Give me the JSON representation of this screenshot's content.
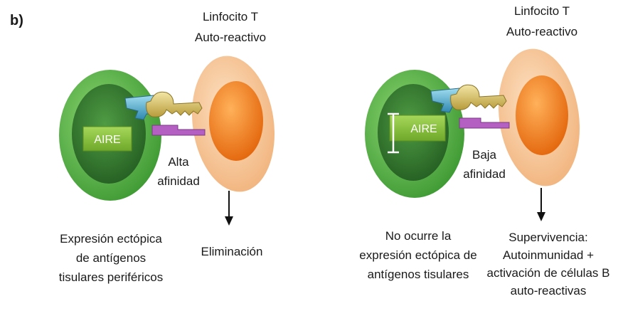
{
  "panel_label": "b)",
  "left": {
    "tcell_title_line1": "Linfocito T",
    "tcell_title_line2": "Auto-reactivo",
    "aire": "AIRE",
    "affinity_line1": "Alta",
    "affinity_line2": "afinidad",
    "mtec_caption_line1": "Expresión ectópica",
    "mtec_caption_line2": "de antígenos",
    "mtec_caption_line3": "tisulares periféricos",
    "outcome": "Eliminación"
  },
  "right": {
    "tcell_title_line1": "Linfocito T",
    "tcell_title_line2": "Auto-reactivo",
    "aire": "AIRE",
    "affinity_line1": "Baja",
    "affinity_line2": "afinidad",
    "mtec_caption_line1": "No ocurre la",
    "mtec_caption_line2": "expresión ectópica de",
    "mtec_caption_line3": "antígenos tisulares",
    "outcome_line1": "Supervivencia:",
    "outcome_line2": "Autoinmunidad +",
    "outcome_line3": "activación de células B",
    "outcome_line4": "auto-reactivas"
  },
  "colors": {
    "mtec_outer": "#5cb848",
    "mtec_inner": "#2f7d2f",
    "tcell_outer": "#f6c89a",
    "tcell_inner": "#f07d1a",
    "aire_box": "#8cc63e",
    "tcr": "#4aa8c9",
    "mhc": "#d6c26a",
    "peptide": "#b45fc2"
  }
}
